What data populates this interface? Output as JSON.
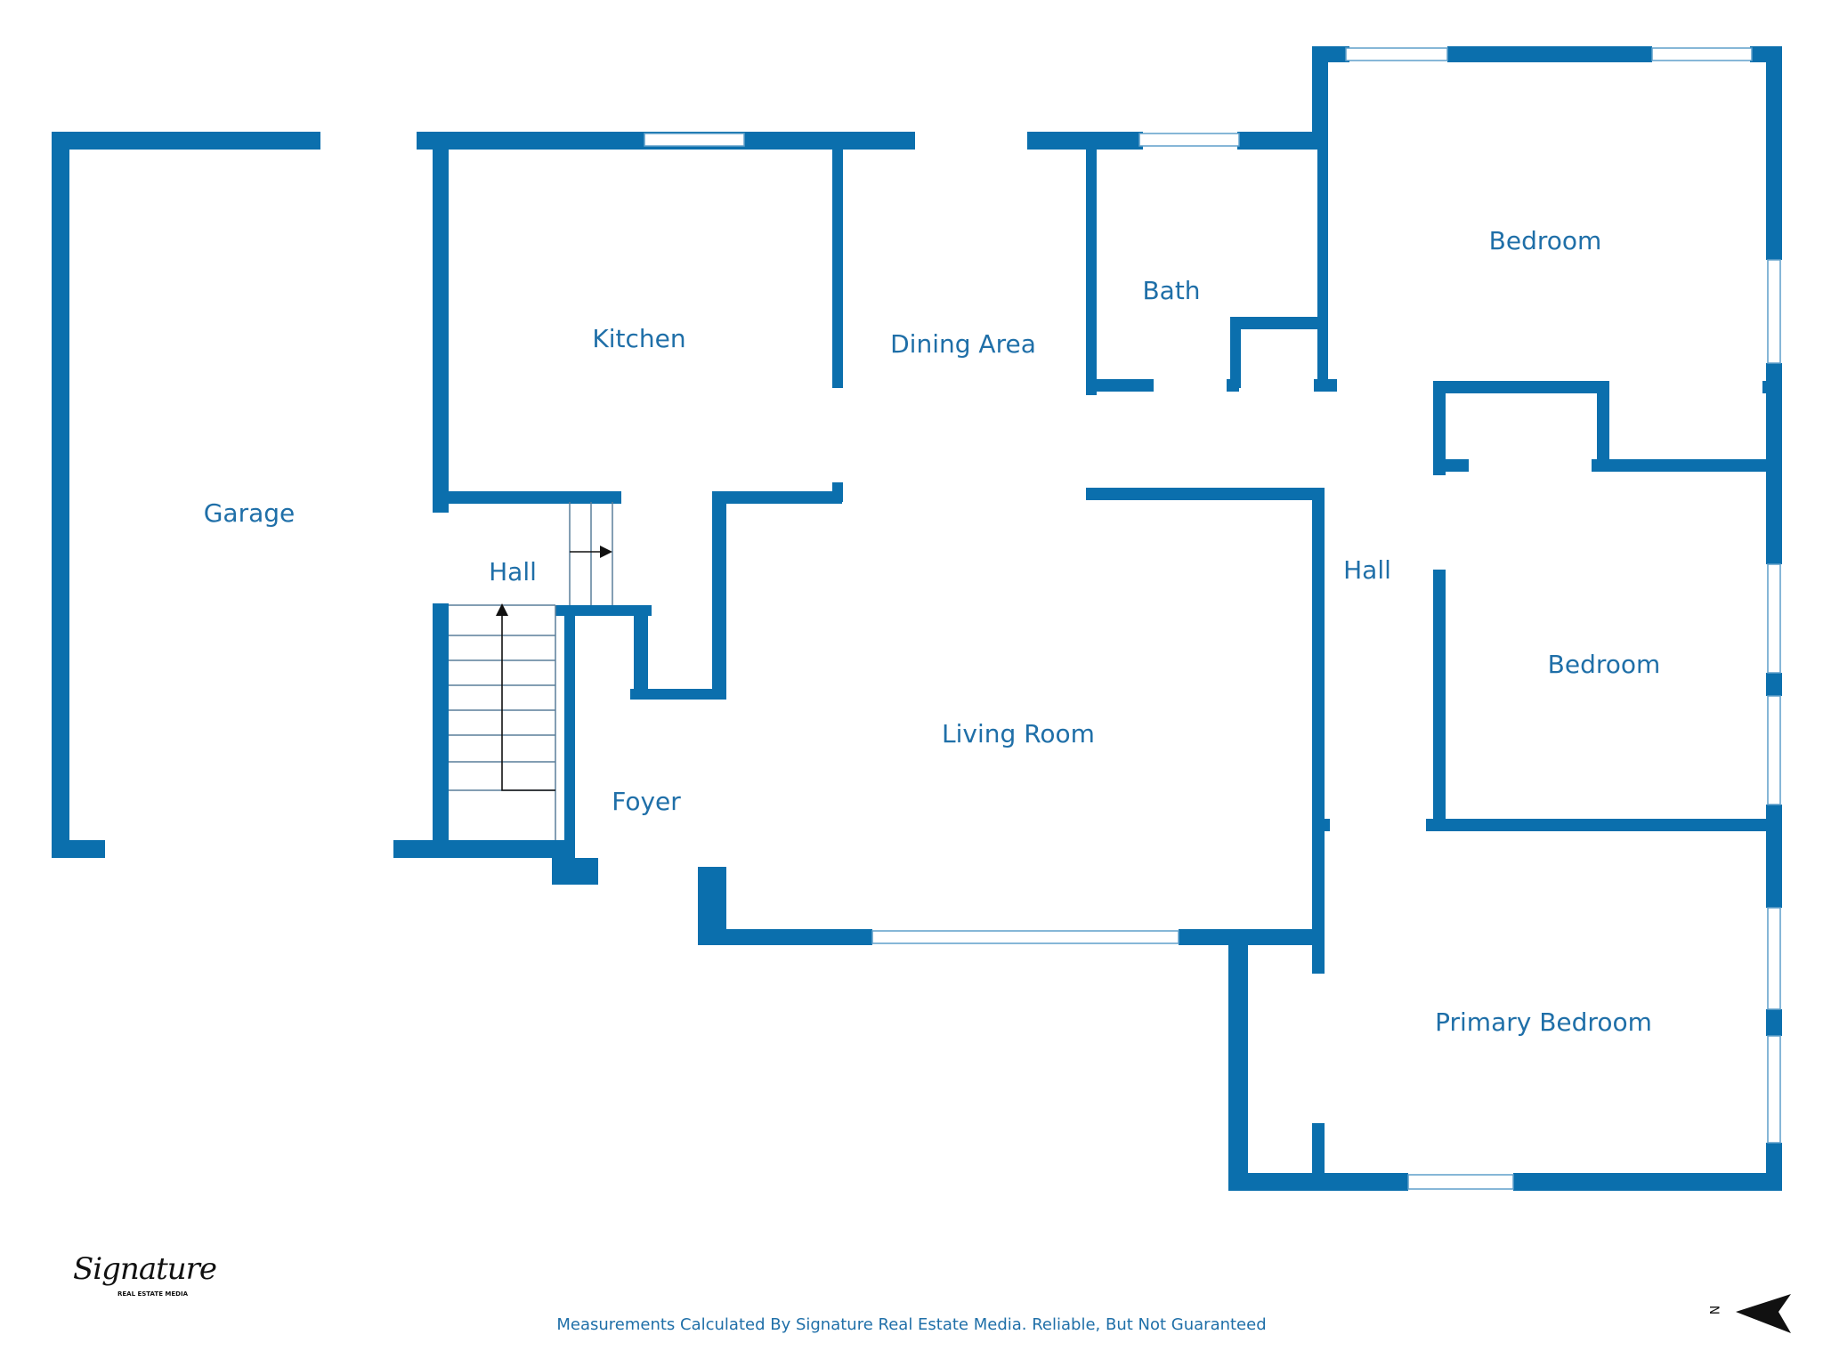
{
  "rooms": {
    "garage": "Garage",
    "kitchen": "Kitchen",
    "dining": "Dining Area",
    "bath": "Bath",
    "bedroom_top": "Bedroom",
    "hall_left": "Hall",
    "living": "Living Room",
    "foyer": "Foyer",
    "hall_right": "Hall",
    "bedroom_mid": "Bedroom",
    "primary": "Primary Bedroom"
  },
  "footer": {
    "disclaimer": "Measurements Calculated By Signature Real Estate Media. Reliable, But Not Guaranteed"
  },
  "logo": {
    "script": "Signature",
    "sub": "REAL ESTATE MEDIA"
  },
  "compass": {
    "label": "N"
  },
  "colors": {
    "wall": "#0b6fad",
    "label": "#1f6fa8"
  }
}
